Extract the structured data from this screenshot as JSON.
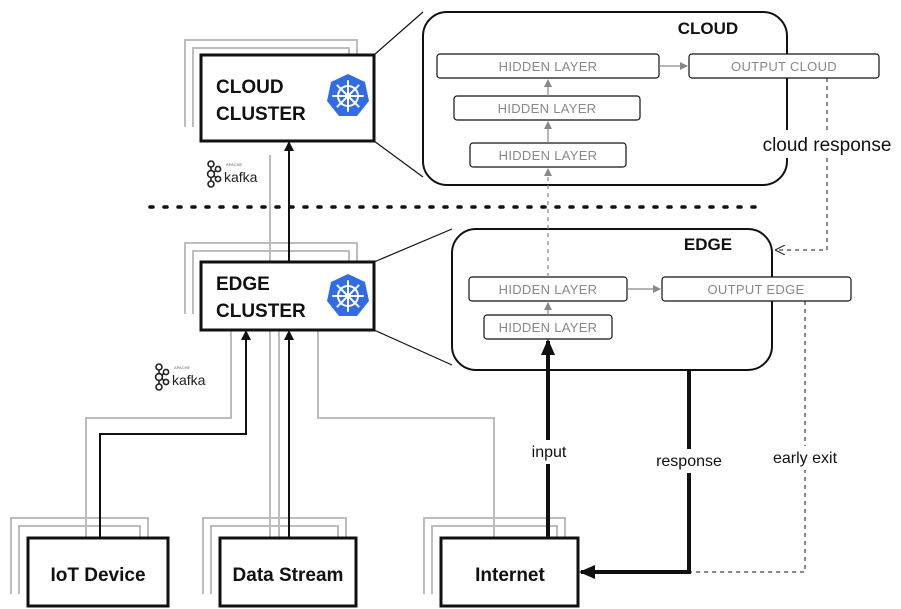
{
  "clusters": {
    "cloud": {
      "line1": "CLOUD",
      "line2": "CLUSTER"
    },
    "edge": {
      "line1": "EDGE",
      "line2": "CLUSTER"
    }
  },
  "panels": {
    "cloud": {
      "title": "CLOUD",
      "hidden_layers": [
        "HIDDEN LAYER",
        "HIDDEN LAYER",
        "HIDDEN LAYER"
      ],
      "output": "OUTPUT CLOUD"
    },
    "edge": {
      "title": "EDGE",
      "hidden_layers": [
        "HIDDEN LAYER",
        "HIDDEN LAYER"
      ],
      "output": "OUTPUT EDGE"
    }
  },
  "sources": {
    "iot": "IoT Device",
    "stream": "Data Stream",
    "internet": "Internet"
  },
  "labels": {
    "cloud_response": "cloud response",
    "input": "input",
    "response": "response",
    "early_exit": "early exit"
  },
  "logos": {
    "kafka_word": "kafka",
    "kafka_apache": "APACHE",
    "kubernetes_icon": "kubernetes-helm-wheel",
    "kafka_icon": "kafka-nodes"
  },
  "colors": {
    "kubernetes_blue": "#326CE5",
    "panel_stroke": "#111111",
    "ghost_stroke": "#bdbdbd",
    "layer_text": "#888888"
  }
}
